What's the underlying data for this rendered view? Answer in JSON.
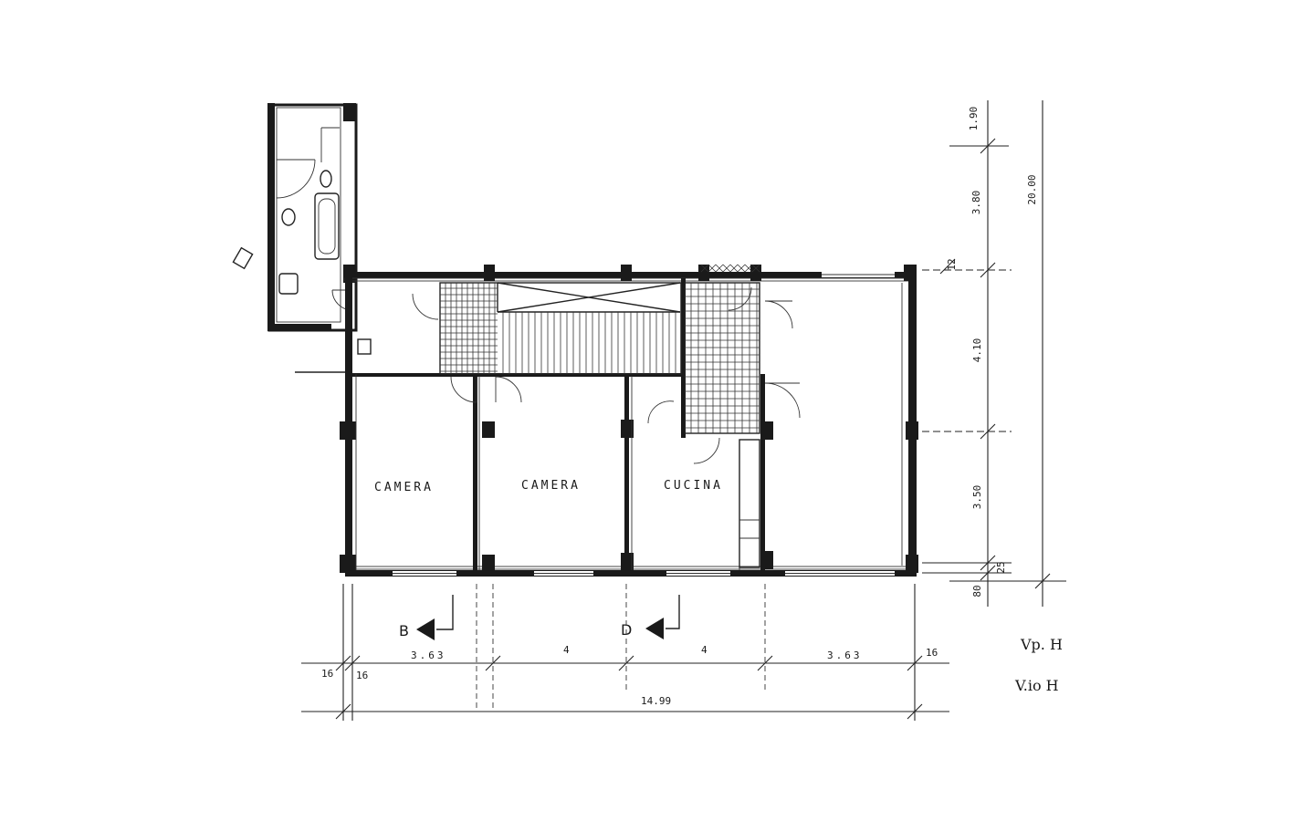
{
  "rooms": {
    "camera_1": "CAMERA",
    "camera_2": "CAMERA",
    "cucina": "CUCINA"
  },
  "section_marks": {
    "left": "B",
    "right": "D"
  },
  "dimensions": {
    "bottom": {
      "total": "14.99",
      "seg_1": "3.63",
      "seg_2": "4",
      "seg_3": "4",
      "seg_4": "3.63",
      "left_a": "16",
      "left_b": "16",
      "right": "16"
    },
    "right": {
      "d1": "1.90",
      "d2": "3.80",
      "d3": "4.10",
      "d4": "3.50",
      "d5": "25",
      "d6": "80",
      "d7": "12",
      "total": "20.00"
    }
  },
  "notes": {
    "line_1": "Vp. H",
    "line_2": "V.io H"
  }
}
